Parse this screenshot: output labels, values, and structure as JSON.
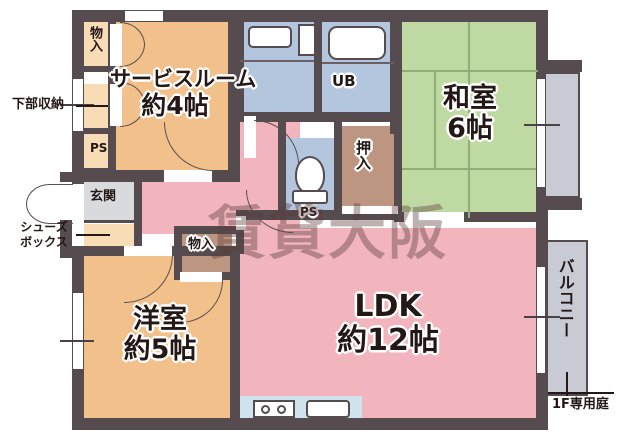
{
  "document": {
    "type": "japanese-floor-plan",
    "watermark": "賃貸大阪"
  },
  "rooms": [
    {
      "id": "service-room",
      "name_line1": "サービスルーム",
      "name_line2": "約4帖",
      "color": "#f2c08a"
    },
    {
      "id": "washitsu",
      "name_line1": "和室",
      "name_line2": "6帖",
      "color": "#bed9a2"
    },
    {
      "id": "yoshitsu",
      "name_line1": "洋室",
      "name_line2": "約5帖",
      "color": "#f2c08a"
    },
    {
      "id": "ldk",
      "name_line1": "LDK",
      "name_line2": "約12帖",
      "color": "#f2b4bd"
    }
  ],
  "labels": {
    "service_room_l1": "サービスルーム",
    "service_room_l2": "約4帖",
    "washitsu_l1": "和室",
    "washitsu_l2": "6帖",
    "yoshitsu_l1": "洋室",
    "yoshitsu_l2": "約5帖",
    "ldk_l1": "LDK",
    "ldk_l2": "約12帖",
    "unit_bath": "UB",
    "genkan": "玄関",
    "oshiire": "押入",
    "monoire_top": "物入",
    "monoire_mid": "物入",
    "ps_upper": "PS",
    "ps_center": "PS",
    "kabu_shuno": "下部収納",
    "shoes_box_l1": "シューズ",
    "shoes_box_l2": "ボックス",
    "balcony": "バルコニー",
    "private_garden": "1F専用庭"
  },
  "colors": {
    "wall": "#564b4e",
    "ldk_pink": "#f2b4bd",
    "room_orange": "#f2c08a",
    "storage_orange_light": "#f7dcb6",
    "tatami_green": "#bed9a2",
    "water_blue": "#b3c6de",
    "kitchen_blue_light": "#cfe3ec",
    "closet_brown": "#bc9681",
    "balcony_gray": "#c8cbd4",
    "hall_gray": "#d8dade",
    "text": "#231815",
    "watermark": "rgba(90,60,60,0.40)"
  }
}
